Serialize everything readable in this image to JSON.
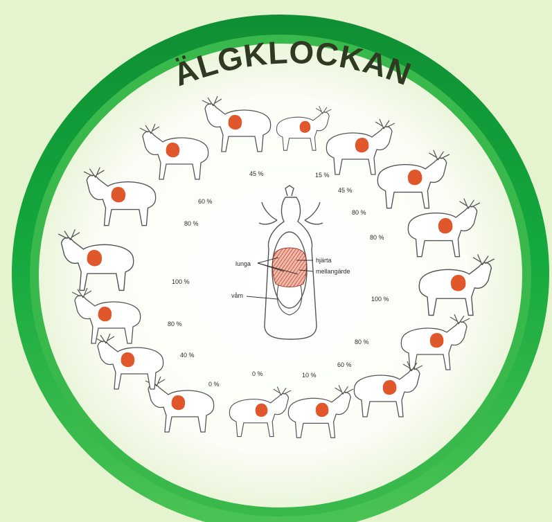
{
  "title": "ÄLGKLOCKAN",
  "colors": {
    "background": "#e6f3cf",
    "ring_outer": "#12a43e",
    "ring_inner": "#6ad06a",
    "dial_center": "#ffffff",
    "dial_edge": "#e9f4d6",
    "heart_lung": "#e0572c",
    "outline": "#555555"
  },
  "organs": {
    "lunga": "lunga",
    "hjarta": "hjärta",
    "mellangarde": "mellangärde",
    "vam": "våm"
  },
  "moose_positions": [
    {
      "label": "15 %",
      "icon": "moose-front-icon"
    },
    {
      "label": "45 %",
      "icon": "moose-icon"
    },
    {
      "label": "80 %",
      "icon": "moose-icon"
    },
    {
      "label": "80 %",
      "icon": "moose-icon"
    },
    {
      "label": "100 %",
      "icon": "moose-side-icon"
    },
    {
      "label": "80 %",
      "icon": "moose-icon"
    },
    {
      "label": "60 %",
      "icon": "moose-icon"
    },
    {
      "label": "10 %",
      "icon": "moose-icon"
    },
    {
      "label": "0 %",
      "icon": "moose-rear-icon"
    },
    {
      "label": "0 %",
      "icon": "moose-icon"
    },
    {
      "label": "40 %",
      "icon": "moose-icon"
    },
    {
      "label": "80 %",
      "icon": "moose-icon"
    },
    {
      "label": "100 %",
      "icon": "moose-side-icon"
    },
    {
      "label": "80 %",
      "icon": "moose-icon"
    },
    {
      "label": "60 %",
      "icon": "moose-icon"
    },
    {
      "label": "45 %",
      "icon": "moose-icon"
    }
  ]
}
